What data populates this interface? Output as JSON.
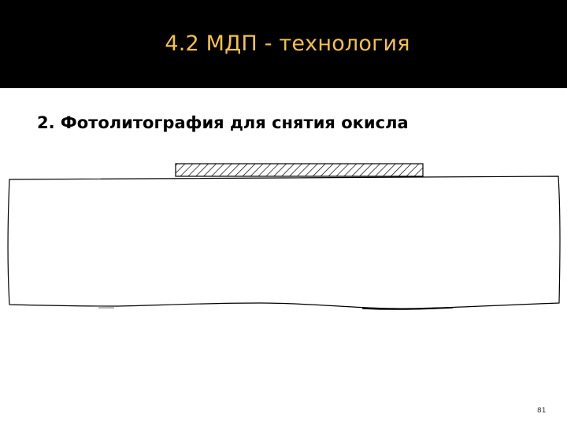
{
  "slide": {
    "title": "4.2 МДП - технология",
    "step_heading": "2. Фотолитография для снятия окисла",
    "page_number": "81"
  },
  "colors": {
    "title_bar": "#000000",
    "title_text": "#f5c242",
    "diagram_stroke": "#000000"
  },
  "diagram": {
    "layers": [
      "photoresist-hatched",
      "substrate"
    ]
  }
}
